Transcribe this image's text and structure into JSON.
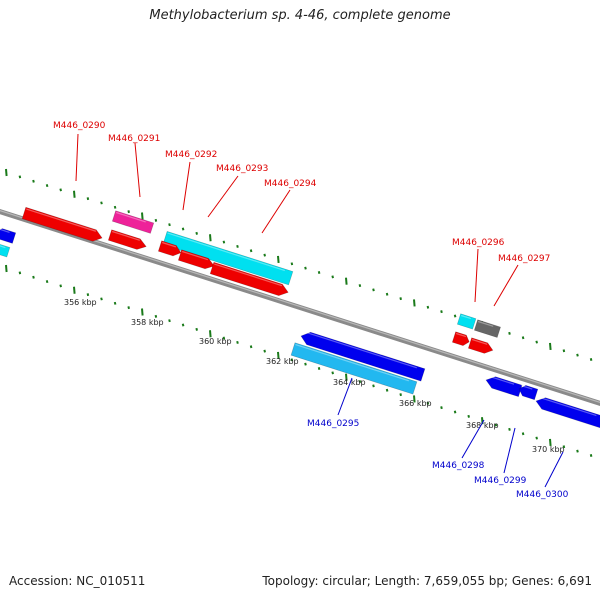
{
  "title": "Methylobacterium sp. 4-46, complete genome",
  "footer": {
    "accession_label": "Accession: NC_010511",
    "stats_label": "Topology: circular; Length: 7,659,055 bp; Genes: 6,691"
  },
  "colors": {
    "backbone": "#8a8a8a",
    "tick": "#1a7a1a",
    "forward_label": "#dd0000",
    "reverse_label": "#0000cc",
    "red": "#ee0000",
    "magenta": "#ee2299",
    "cyan": "#00e0f0",
    "lightblue": "#22b8f0",
    "blue": "#0000ee",
    "gray": "#666666"
  },
  "scale_labels": [
    "356 kbp",
    "358 kbp",
    "360 kbp",
    "362 kbp",
    "364 kbp",
    "366 kbp",
    "368 kbp",
    "370 kbp"
  ],
  "forward_gene_labels": [
    "M446_0290",
    "M446_0291",
    "M446_0292",
    "M446_0293",
    "M446_0294",
    "M446_0296",
    "M446_0297"
  ],
  "reverse_gene_labels": [
    "M446_0295",
    "M446_0298",
    "M446_0299",
    "M446_0300"
  ]
}
